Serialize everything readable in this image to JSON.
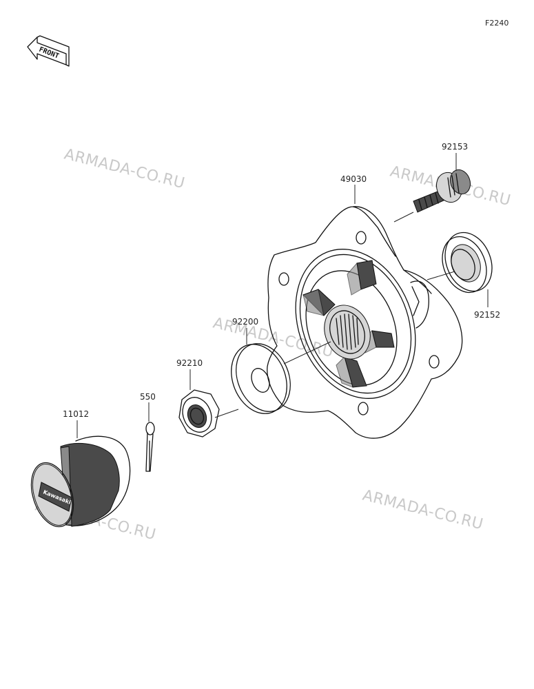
{
  "figure_code": "F2240",
  "front_indicator": "FRONT",
  "watermark_text": "ARMADA-CO.RU",
  "parts": {
    "bolt": "92153",
    "hub": "49030",
    "seal": "92152",
    "washer": "92200",
    "nut": "92210",
    "cotter_pin": "550",
    "cap": "11012"
  },
  "cap_logo": "Kawasaki",
  "colors": {
    "line": "#111111",
    "shade_dark": "#4a4a4a",
    "shade_mid": "#8a8a8a",
    "watermark": "#c9c9c9"
  }
}
